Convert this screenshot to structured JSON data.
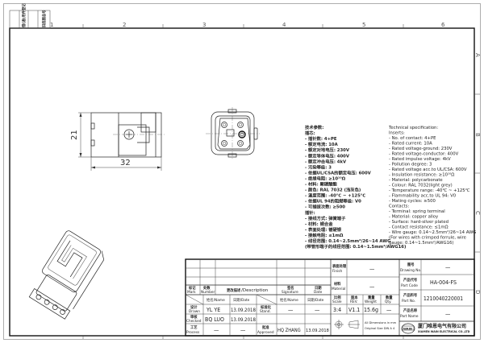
{
  "frame": {
    "zone_numbers": [
      "1",
      "2",
      "3",
      "4",
      "5",
      "6"
    ],
    "zone_letters": [
      "A",
      "B",
      "C",
      "D"
    ],
    "corner_labels": [
      "借(通)用件登记",
      "旧底图总号"
    ]
  },
  "drawing": {
    "dimensions": {
      "width": "32",
      "height": "21"
    }
  },
  "specs": {
    "cn": [
      "技术参数:",
      "插芯:",
      "- 插针数: 4+PE",
      "- 额定电流: 10A",
      "- 额定对地电压: 230V",
      "- 额定导体电压: 400V",
      "- 额定冲击电压: 4kV",
      "- 污染等级: 3",
      "- 依据UL/CSA的额定电压: 600V",
      "- 绝缘电阻: ≥10¹⁰Ω",
      "- 材料: 聚碳酸酯",
      "- 颜色: RAL 7032 (浅灰色)",
      "- 温度范围: -40℃ ~ +125℃",
      "- 依据UL 94的阻燃等级: V0",
      "- 可插拔次数: ≥500",
      "插针:",
      "- 接线方式: 弹簧端子",
      "- 材料: 铜合金",
      "- 表面处理: 镀硬银",
      "- 接触电阻: ≤1mΩ",
      "- 线径范围: 0.14~2.5mm²/26~14 AWG",
      "(带管形端子的线径范围: 0.14~1.5mm²/AWG16)"
    ],
    "en": [
      "Technical specification:",
      "Inserts:",
      "- No. of contact: 4+PE",
      "- Rated current: 10A",
      "- Rated voltage-ground: 230V",
      "- Rated voltage-conductor: 400V",
      "- Rated impulse voltage: 4kV",
      "- Pollution degree: 3",
      "- Rated voltage acc.to UL/CSA: 600V",
      "- Insulation resistance: ≥10¹⁰Ω",
      "- Material: polycarbonate",
      "- Colour: RAL 7032(light grey)",
      "- Temperature range: -40℃ ~ +125℃",
      "- Flammability acc.to UL 94: V0",
      "- Mating cycles: ≥500",
      "Contacts:",
      "- Terminal: spring terminal",
      "- Material: copper alloy",
      "- Surface: hard-silver plated",
      "- Contact resistance: ≤1mΩ",
      "- Wire gauge: 0.14~2.5mm²/26~14 AWG",
      "(For wires with crimped ferrule, wire",
      "gauge: 0.14~1.5mm²/AWG16)"
    ]
  },
  "title_block": {
    "mark": {
      "cn": "标记",
      "en": "Mark"
    },
    "number": {
      "cn": "处数",
      "en": "Number"
    },
    "description": {
      "cn": "更改描述",
      "en": "/Description"
    },
    "signature": {
      "cn": "签名",
      "en": "Signature"
    },
    "date": {
      "cn": "日期",
      "en": "Date"
    },
    "name_col": "姓名/Name",
    "date_col": "日期/Date",
    "drawn": {
      "cn": "设计",
      "en": "Drawn",
      "name": "YL YE",
      "date": "13.09.2018"
    },
    "checked": {
      "cn": "审核",
      "en": "Checked",
      "name": "BQ LUO",
      "date": "13.09.2018"
    },
    "process": {
      "cn": "工艺",
      "en": "Process",
      "name": "—",
      "date": "—"
    },
    "stand": {
      "cn": "标准化",
      "en": "Stand.",
      "name": "—",
      "date": "—"
    },
    "approved": {
      "cn": "批准",
      "en": "Approved",
      "name": "HQ ZHANG",
      "date": "13.09.2018"
    },
    "finish": {
      "cn": "表面处理",
      "en": "Finish",
      "value": "—"
    },
    "material": {
      "cn": "材料",
      "en": "Material",
      "value": "—"
    },
    "scale": {
      "cn": "比例",
      "en": "Scale",
      "value": "3:4"
    },
    "rev": {
      "cn": "版本",
      "en": "REV.",
      "value": "V1.1"
    },
    "weight": {
      "cn": "重量",
      "en": "Weight",
      "value": "15.6g"
    },
    "qty": {
      "cn": "数量",
      "en": "Qty.",
      "value": "—"
    },
    "units_note": [
      "All Dimensions in mm",
      "Original Size DIN A 4"
    ],
    "drawing_no": {
      "cn": "图号",
      "en": "Drawing No.",
      "value": "—"
    },
    "part_code": {
      "cn": "产品代号",
      "en": "Part Code",
      "value": "HA-004-FS"
    },
    "part_no": {
      "cn": "产品料号",
      "en": "Part No.",
      "value": "1210040220001"
    },
    "part_name": {
      "cn": "产品名称",
      "en": "Part Name",
      "value": "—"
    },
    "company": {
      "cn": "厦门唯恩电气有限公司",
      "en": "XIAMEN WAIN ELECTRICAL CO.,LTD",
      "logo": "WAIN"
    }
  }
}
